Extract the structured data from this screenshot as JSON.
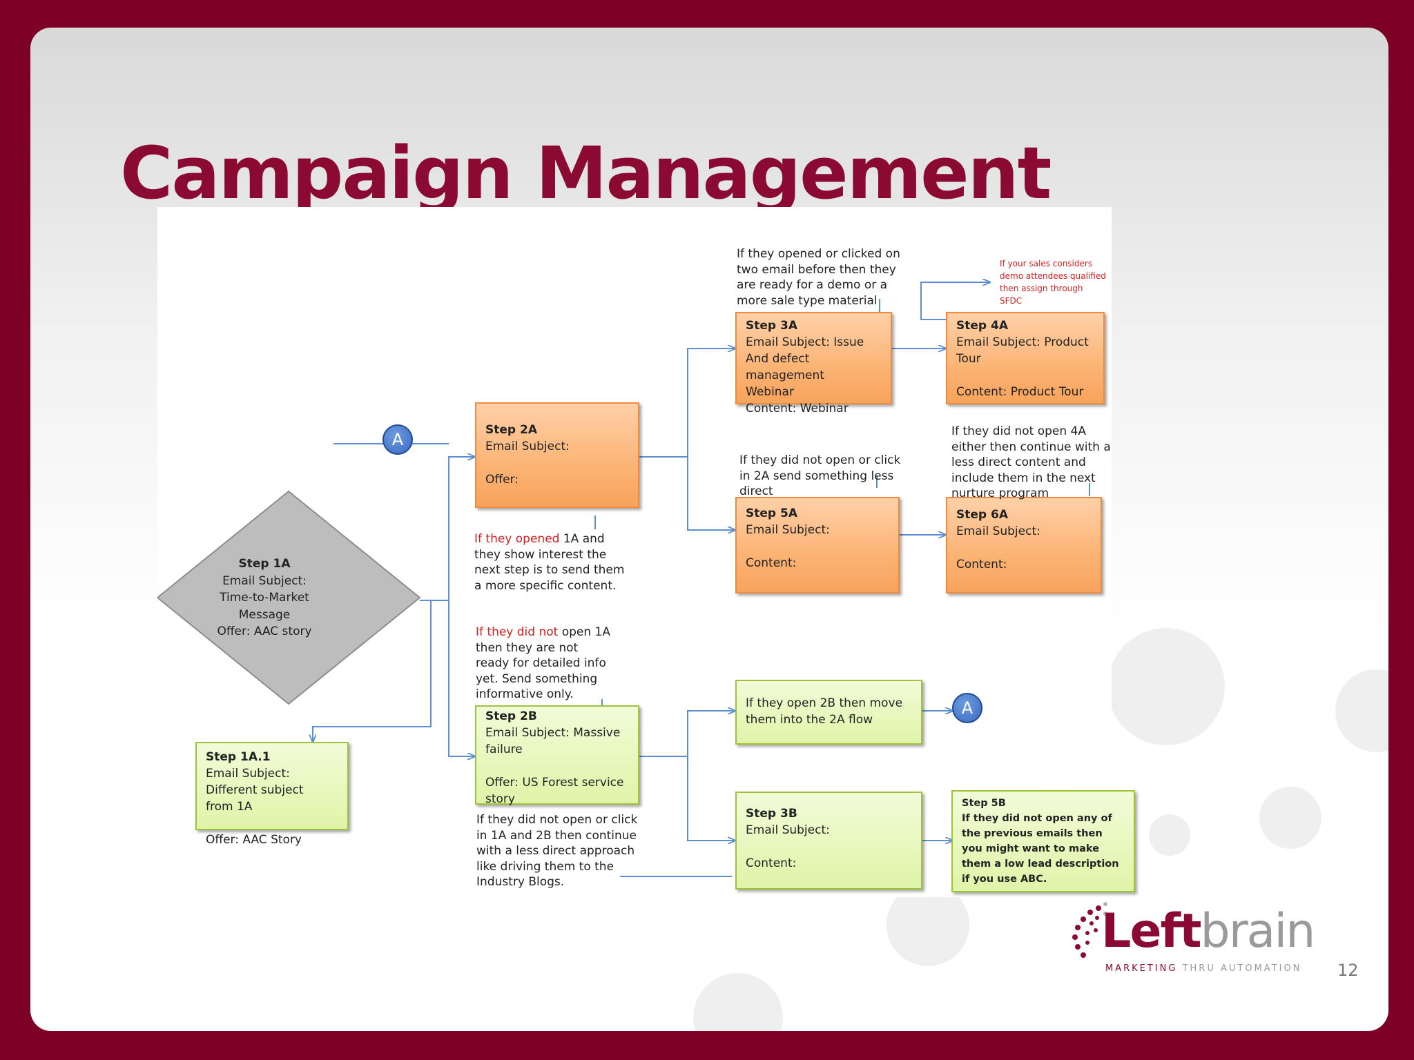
{
  "slide": {
    "title": "Campaign Management",
    "page_number": "12"
  },
  "connector_label": "A",
  "diamond": {
    "head": "Step 1A",
    "lines": [
      "Email Subject:",
      "Time-to-Market",
      "Message",
      "Offer: AAC story"
    ]
  },
  "boxes": {
    "step_1a1": {
      "head": "Step 1A.1",
      "l1": "Email Subject:",
      "l2": "Different subject",
      "l3": "from 1A",
      "l4": "Offer: AAC Story"
    },
    "step_2a": {
      "head": "Step 2A",
      "l1": "Email Subject:",
      "l2": "Offer:"
    },
    "step_2b": {
      "head": "Step 2B",
      "l1": "Email Subject:  Massive",
      "l2": "failure",
      "l3": "Offer: US Forest service",
      "l4": "story"
    },
    "step_3a": {
      "head": "Step 3A",
      "l1": "Email Subject:  Issue",
      "l2": "And defect  management",
      "l3": "Webinar",
      "l4": "Content:  Webinar"
    },
    "step_4a": {
      "head": "Step 4A",
      "l1": "Email Subject:  Product",
      "l2": "Tour",
      "l3": "Content:  Product Tour"
    },
    "step_5a": {
      "head": "Step 5A",
      "l1": "Email Subject:",
      "l2": "Content:"
    },
    "step_6a": {
      "head": "Step 6A",
      "l1": "Email Subject:",
      "l2": "Content:"
    },
    "step_3b": {
      "head": "Step 3B",
      "l1": "Email Subject:",
      "l2": "Content:"
    },
    "flow_2b": {
      "l1": "If they open 2B then  move",
      "l2": "them into  the 2A flow"
    },
    "step_5b": {
      "head": "Step 5B",
      "l1": "If they did not open any of",
      "l2": "the previous emails then",
      "l3": "you might want to make",
      "l4": "them a low lead description",
      "l5": "if you use ABC."
    }
  },
  "notes": {
    "n_3a": [
      "If they opened or clicked on",
      "two email before then they",
      "are ready  for a demo or a",
      "more sale type material"
    ],
    "n_sales": [
      "If your sales considers",
      "demo attendees  qualified",
      "then assign through",
      "SFDC"
    ],
    "n_5a": [
      "If they did not open or click",
      "in 2A send something less",
      "direct"
    ],
    "n_6a": [
      "If they did not open 4A",
      "either then continue with a",
      "less direct content and",
      "include them in the next",
      "nurture program"
    ],
    "n_2a": {
      "red": "If they opened",
      "rest": " 1A and",
      "lines": [
        "they show interest the",
        "next step is to send them",
        "a more specific content."
      ]
    },
    "n_2b": {
      "red": "If they did not",
      "rest": " open 1A",
      "lines": [
        "then they are not",
        "ready for detailed info",
        "yet. Send something",
        "informative only."
      ]
    },
    "n_3b": [
      "If they did not open or click",
      "in 1A and 2B then continue",
      "with a  less direct approach",
      "like driving them to the",
      "Industry Blogs."
    ]
  },
  "logo": {
    "word_left": "Left",
    "word_right": "brain",
    "tag_left": "MARKETING ",
    "tag_right": "THRU AUTOMATION"
  },
  "colors": {
    "brand": "#8a0a33",
    "frame": "#7d0026",
    "orange_box": "#fbb475",
    "green_box": "#e0f4a8",
    "arrow": "#5b8fd1",
    "connector": "#3a6bc4"
  }
}
